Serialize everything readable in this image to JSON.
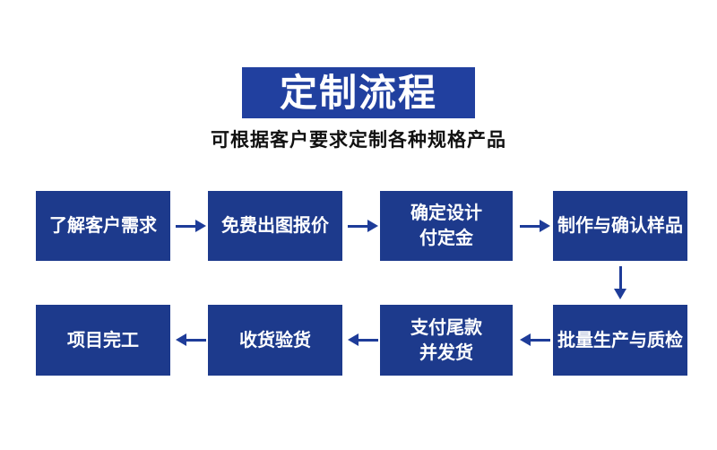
{
  "header": {
    "title": "定制流程",
    "subtitle": "可根据客户要求定制各种规格产品"
  },
  "colors": {
    "banner_bg": "#21409F",
    "box_bg": "#1D3A8C",
    "arrow": "#1E3C99",
    "title_text": "#FFFFFF",
    "subtitle_text": "#111111",
    "page_bg": "#FFFFFF"
  },
  "flow": {
    "steps": [
      {
        "id": 1,
        "label": "了解客户需求"
      },
      {
        "id": 2,
        "label": "免费出图报价"
      },
      {
        "id": 3,
        "label": "确定设计\n付定金"
      },
      {
        "id": 4,
        "label": "制作与确认样品"
      },
      {
        "id": 5,
        "label": "批量生产与质检"
      },
      {
        "id": 6,
        "label": "支付尾款\n并发货"
      },
      {
        "id": 7,
        "label": "收货验货"
      },
      {
        "id": 8,
        "label": "项目完工"
      }
    ],
    "connections": [
      {
        "from": 1,
        "to": 2,
        "direction": "right"
      },
      {
        "from": 2,
        "to": 3,
        "direction": "right"
      },
      {
        "from": 3,
        "to": 4,
        "direction": "right"
      },
      {
        "from": 4,
        "to": 5,
        "direction": "down"
      },
      {
        "from": 5,
        "to": 6,
        "direction": "left"
      },
      {
        "from": 6,
        "to": 7,
        "direction": "left"
      },
      {
        "from": 7,
        "to": 8,
        "direction": "left"
      }
    ]
  }
}
